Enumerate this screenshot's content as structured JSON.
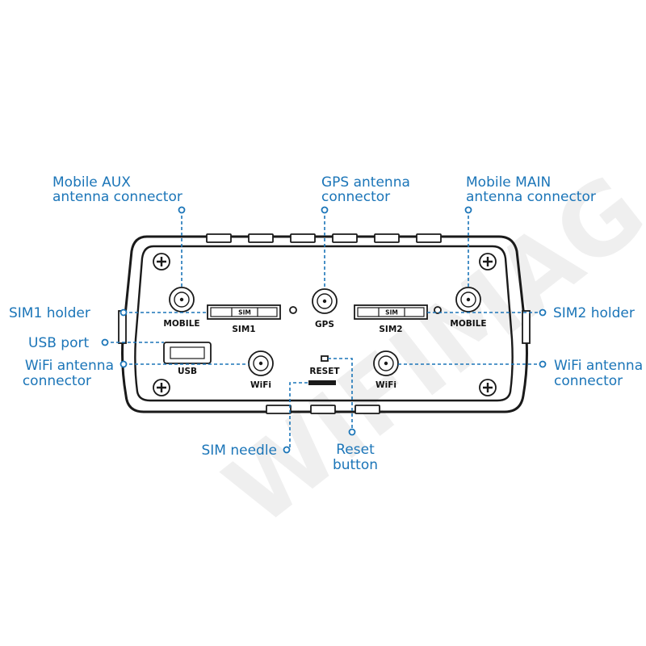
{
  "watermark": "WIFIMAG",
  "callouts": {
    "mobile_aux": [
      "Mobile AUX",
      "antenna connector"
    ],
    "gps": [
      "GPS antenna",
      "connector"
    ],
    "mobile_main": [
      "Mobile MAIN",
      "antenna connector"
    ],
    "sim1_holder": "SIM1 holder",
    "sim2_holder": "SIM2 holder",
    "usb_port": "USB port",
    "wifi_left": [
      "WiFi antenna",
      "connector"
    ],
    "wifi_right": [
      "WiFi antenna",
      "connector"
    ],
    "sim_needle": "SIM needle",
    "reset_button": [
      "Reset",
      "button"
    ]
  },
  "device_labels": {
    "mobile_left": "MOBILE",
    "sim1": "SIM1",
    "gps": "GPS",
    "sim2": "SIM2",
    "mobile_right": "MOBILE",
    "usb": "USB",
    "wifi_left": "WiFi",
    "reset": "RESET",
    "wifi_right": "WiFi",
    "sim_slot_1": "SIM",
    "sim_slot_2": "SIM"
  },
  "colors": {
    "callout": "#1b75b8",
    "device": "#1a1a1a"
  }
}
